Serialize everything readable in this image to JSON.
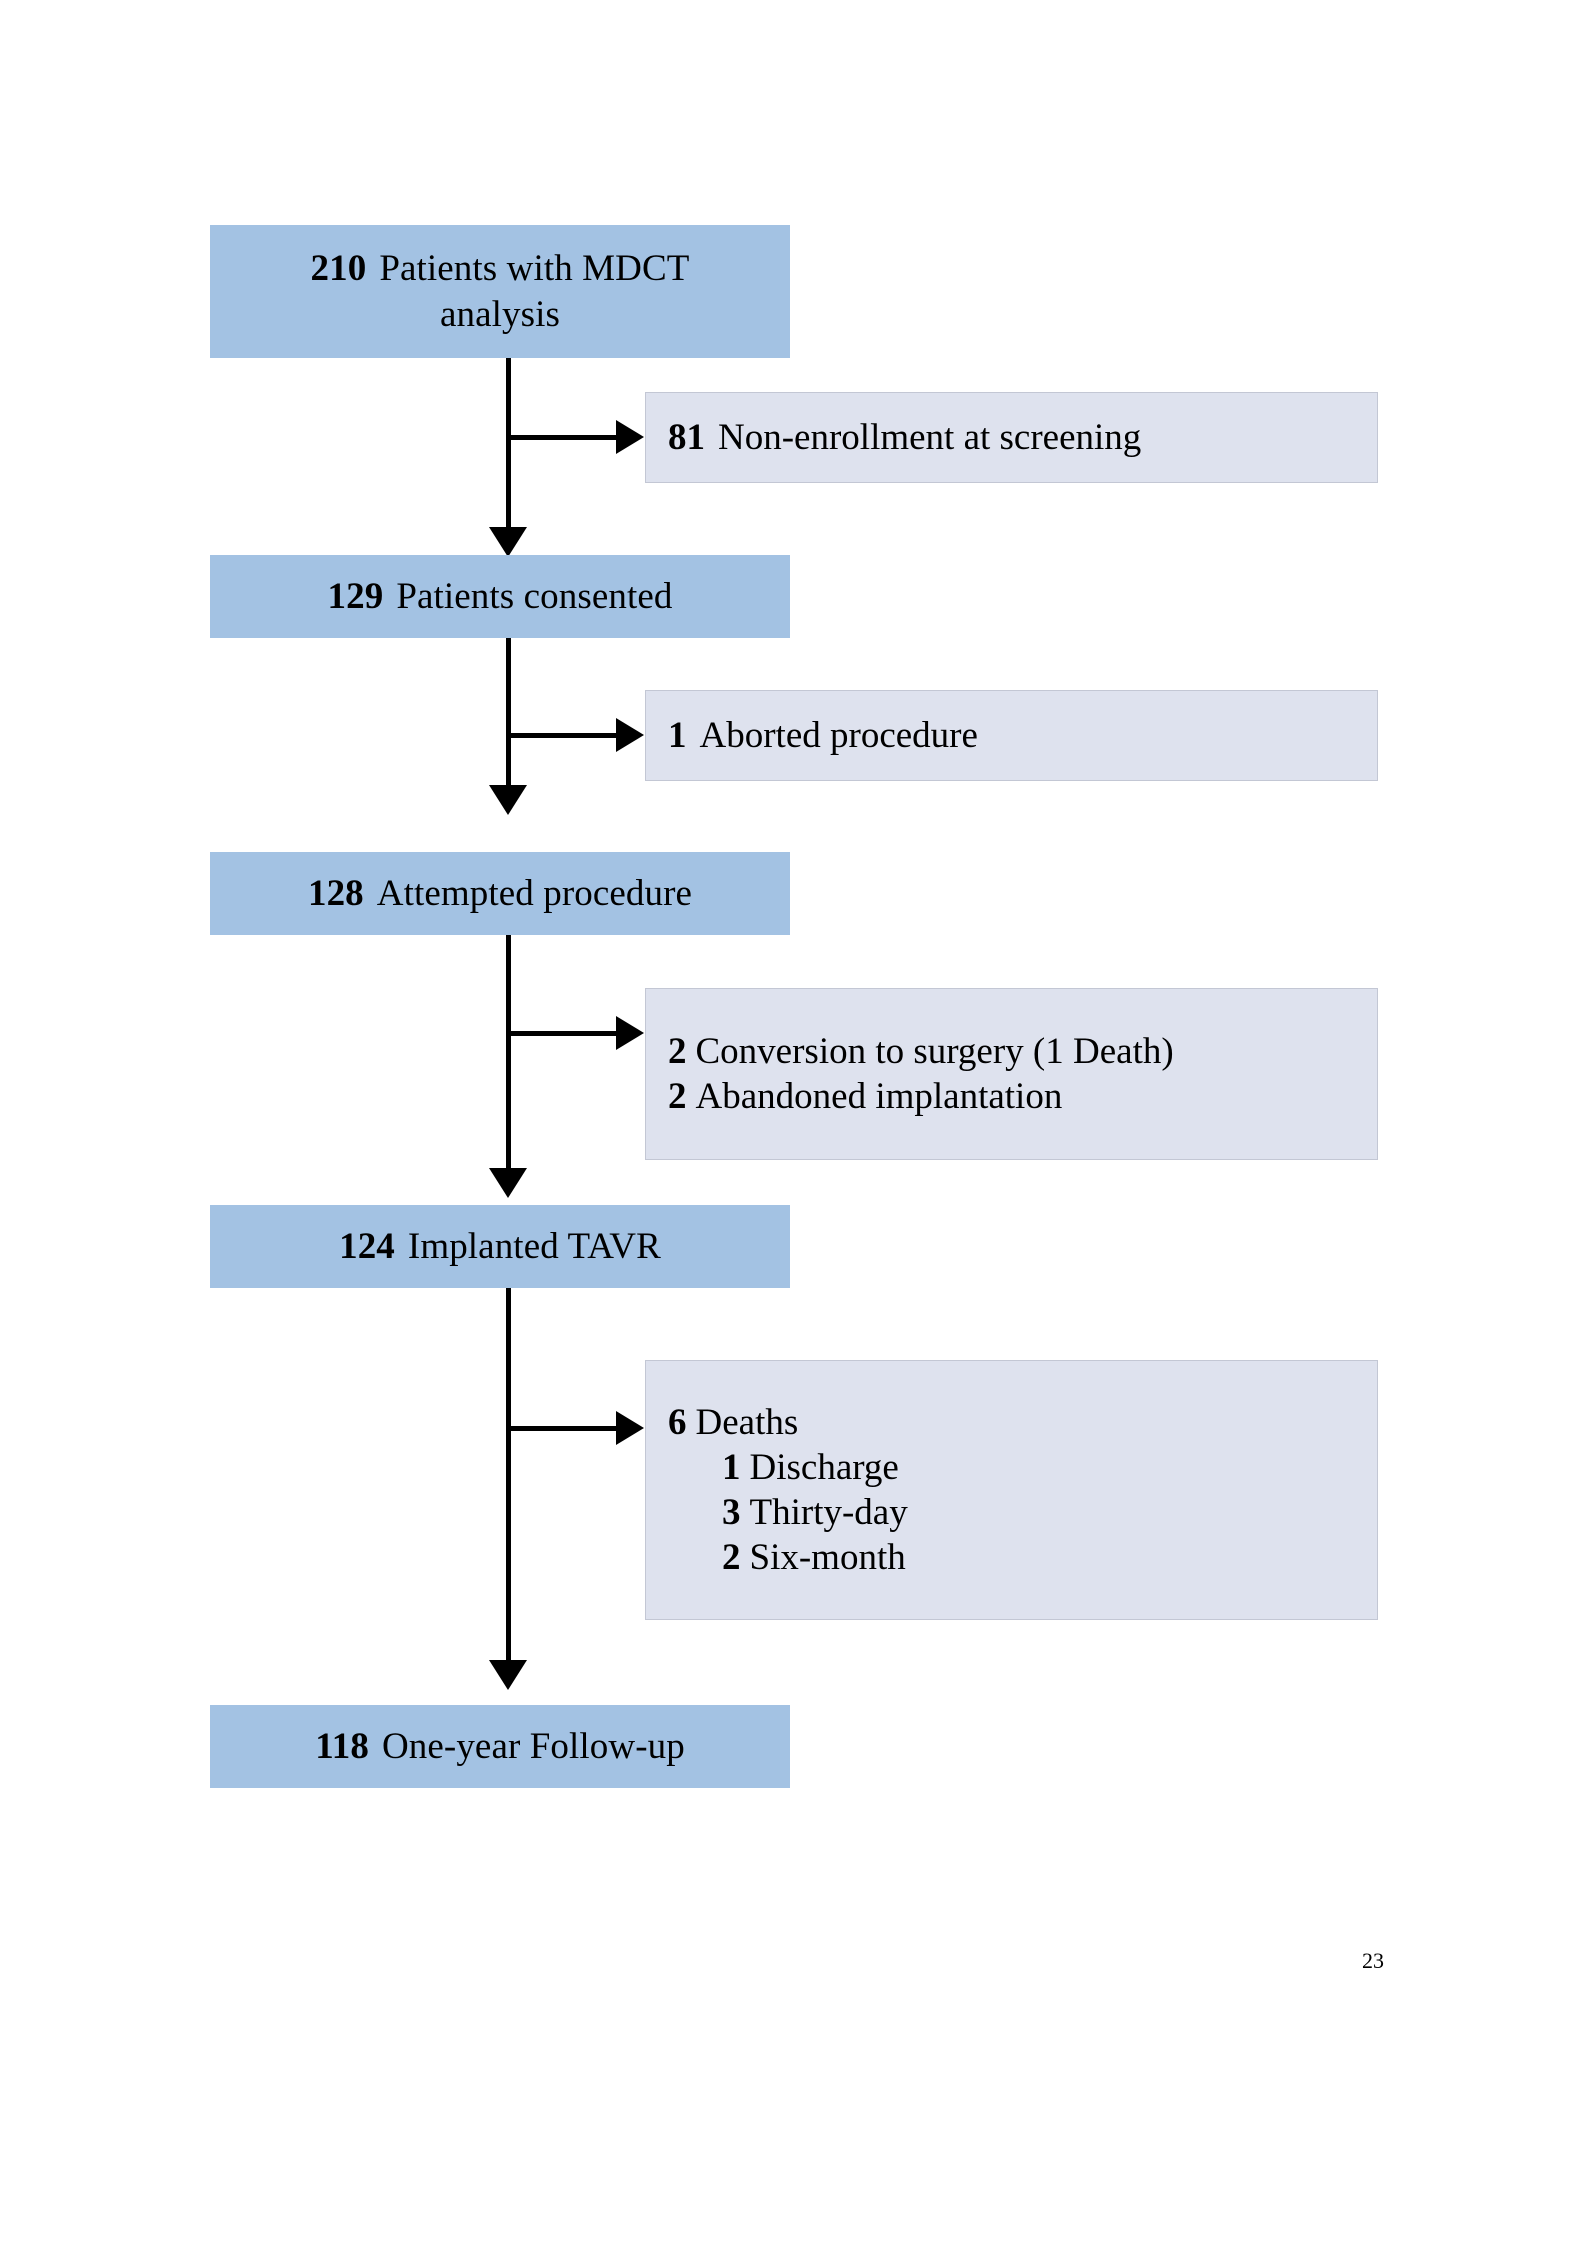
{
  "document": {
    "type": "patient-flow-diagram",
    "page_number": "23",
    "colors": {
      "primary_box_fill": "#a3c2e3",
      "side_box_fill": "#dee2ee",
      "side_box_border": "#c3c7d4",
      "connector": "#000000",
      "page_background": "#ffffff",
      "text": "#000000"
    }
  },
  "flow": {
    "main_nodes": [
      {
        "id": "mdct",
        "count": "210",
        "label": "Patients with MDCT",
        "label_line2": "analysis"
      },
      {
        "id": "consented",
        "count": "129",
        "label": "Patients consented"
      },
      {
        "id": "attempted",
        "count": "128",
        "label": "Attempted procedure"
      },
      {
        "id": "implanted",
        "count": "124",
        "label": "Implanted TAVR"
      },
      {
        "id": "followup",
        "count": "118",
        "label": "One-year Follow-up"
      }
    ],
    "exclusion_nodes": [
      {
        "id": "non-enrollment",
        "lines": [
          {
            "count": "81",
            "label": "Non-enrollment at screening",
            "indent": false
          }
        ]
      },
      {
        "id": "aborted",
        "lines": [
          {
            "count": "1",
            "label": "Aborted procedure",
            "indent": false
          }
        ]
      },
      {
        "id": "conversion-abandoned",
        "lines": [
          {
            "count": "2",
            "label": "Conversion to surgery (1 Death)",
            "indent": false
          },
          {
            "count": "2",
            "label": "Abandoned implantation",
            "indent": false
          }
        ]
      },
      {
        "id": "deaths",
        "lines": [
          {
            "count": "6",
            "label": "Deaths",
            "indent": false
          },
          {
            "count": "1",
            "label": "Discharge",
            "indent": true
          },
          {
            "count": "3",
            "label": "Thirty-day",
            "indent": true
          },
          {
            "count": "2",
            "label": "Six-month",
            "indent": true
          }
        ]
      }
    ]
  },
  "chart_data": {
    "type": "flowchart",
    "title": "",
    "nodes": [
      {
        "stage": "Patients with MDCT analysis",
        "n": 210
      },
      {
        "stage": "Non-enrollment at screening",
        "n": 81,
        "branch": "exclusion"
      },
      {
        "stage": "Patients consented",
        "n": 129
      },
      {
        "stage": "Aborted procedure",
        "n": 1,
        "branch": "exclusion"
      },
      {
        "stage": "Attempted procedure",
        "n": 128
      },
      {
        "stage": "Conversion to surgery (1 Death)",
        "n": 2,
        "branch": "exclusion"
      },
      {
        "stage": "Abandoned implantation",
        "n": 2,
        "branch": "exclusion"
      },
      {
        "stage": "Implanted TAVR",
        "n": 124
      },
      {
        "stage": "Deaths",
        "n": 6,
        "branch": "exclusion"
      },
      {
        "stage": "Discharge",
        "n": 1,
        "branch": "exclusion-sub"
      },
      {
        "stage": "Thirty-day",
        "n": 3,
        "branch": "exclusion-sub"
      },
      {
        "stage": "Six-month",
        "n": 2,
        "branch": "exclusion-sub"
      },
      {
        "stage": "One-year Follow-up",
        "n": 118
      }
    ]
  }
}
